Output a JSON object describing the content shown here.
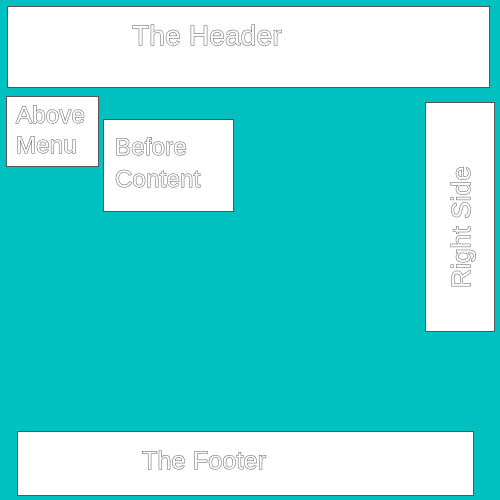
{
  "page": {
    "background_color": "#00c0c0",
    "box_color": "#ffffff",
    "border_color": "#555555"
  },
  "header": {
    "label": "The Header"
  },
  "above_menu": {
    "label": "Above Menu"
  },
  "before_content": {
    "label": "Before Content"
  },
  "right_side": {
    "label": "Right Side"
  },
  "footer": {
    "label": "The Footer"
  }
}
